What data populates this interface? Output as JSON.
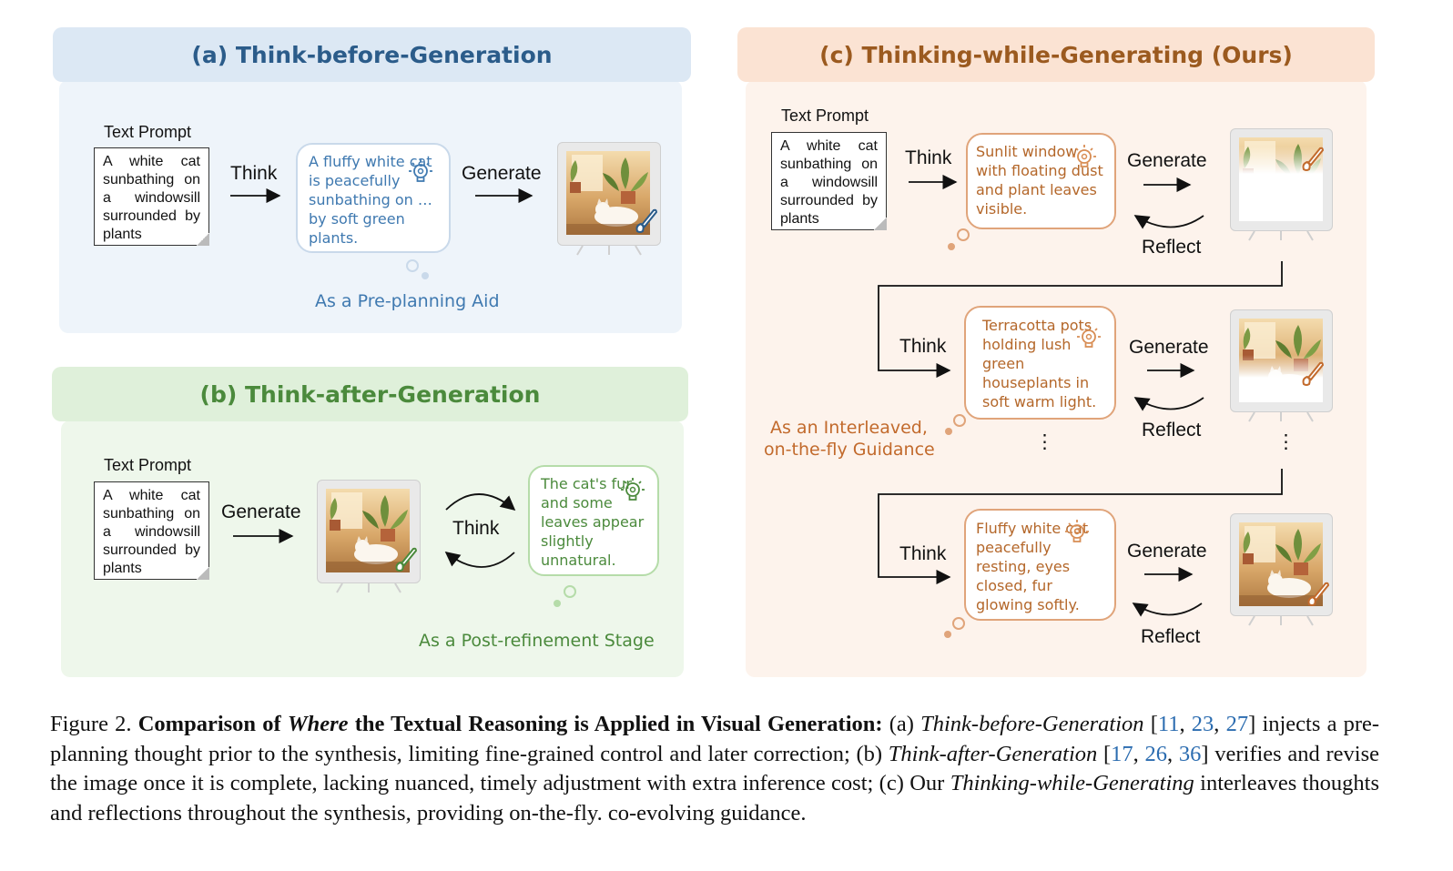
{
  "colors": {
    "panel_a_head": "#dce8f4",
    "panel_a_body": "#eef4fa",
    "panel_a_text": "#2b5c8a",
    "panel_b_head": "#dff0da",
    "panel_b_body": "#eef7eb",
    "panel_b_text": "#4b8a3c",
    "panel_c_head": "#fbe3d3",
    "panel_c_body": "#fdf3ec",
    "panel_c_text": "#9b5a1f",
    "bubble_orange": "#d88d54",
    "link_blue": "#2b6cb0"
  },
  "panel_a": {
    "title": "(a) Think-before-Generation",
    "prompt_label": "Text Prompt",
    "prompt_text": "A white cat sunbathing on a windowsill surrounded by plants",
    "think_label": "Think",
    "generate_label": "Generate",
    "thought": "A fluffy white cat is peacefully sunbathing on …by soft green plants.",
    "subtitle": "As a Pre-planning Aid"
  },
  "panel_b": {
    "title": "(b) Think-after-Generation",
    "prompt_label": "Text Prompt",
    "prompt_text": "A white cat sunbathing on a windowsill surrounded by plants",
    "generate_label": "Generate",
    "think_label": "Think",
    "thought": "The cat's fur and some leaves appear slightly unnatural.",
    "subtitle": "As a Post-refinement Stage"
  },
  "panel_c": {
    "title": "(c) Thinking-while-Generating (Ours)",
    "prompt_label": "Text Prompt",
    "prompt_text": "A white cat sunbathing on a windowsill surrounded by plants",
    "think_label": "Think",
    "generate_label": "Generate",
    "reflect_label": "Reflect",
    "thought_1": "Sunlit window with floating dust and plant leaves visible.",
    "thought_2": "Terracotta pots holding lush green houseplants in soft warm light.",
    "thought_3": "Fluffy white cat peacefully resting, eyes closed, fur glowing softly.",
    "ellipsis": "⋮",
    "subtitle_line1": "As an Interleaved,",
    "subtitle_line2": "on-the-fly Guidance"
  },
  "caption": {
    "fig": "Figure 2.",
    "bold_1": "Comparison of",
    "bold_italic": "Where",
    "bold_2": "the Textual Reasoning is Applied in Visual Generation:",
    "t1": "(a)",
    "i1": "Think-before-Generation",
    "r1_open": "[",
    "r1a": "11",
    "r1b": "23",
    "r1c": "27",
    "t2": "] injects a pre-planning thought prior to the synthesis, limiting fine-grained control and later correction; (b)",
    "i2": "Think-after-Generation",
    "r2_open": "[",
    "r2a": "17",
    "r2b": "26",
    "r2c": "36",
    "t3": "] verifies and revise the image once it is complete, lacking nuanced, timely adjustment with extra inference cost; (c) Our",
    "i3": "Thinking-while-Generating",
    "t4": "interleaves thoughts and reflections throughout the synthesis, providing on-the-fly. co-evolving guidance."
  }
}
